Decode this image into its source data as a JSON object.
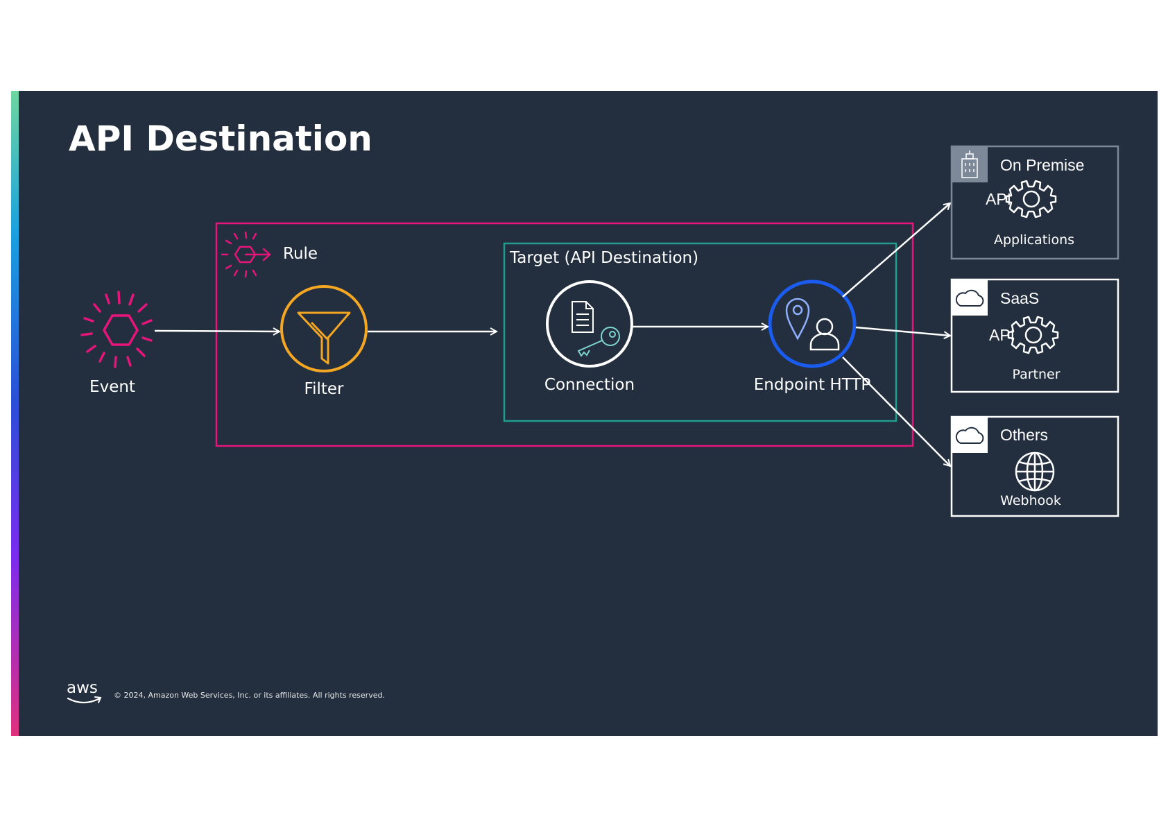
{
  "slide": {
    "title": "API Destination",
    "footer": "© 2024, Amazon Web Services, Inc. or its affiliates. All rights reserved.",
    "logo_text": "aws"
  },
  "nodes": {
    "event": "Event",
    "filter": "Filter",
    "connection": "Connection",
    "endpoint": "Endpoint HTTP"
  },
  "groups": {
    "rule": "Rule",
    "target": "Target (API Destination)"
  },
  "destinations": [
    {
      "title": "On Premise",
      "api_label": "API",
      "caption": "Applications",
      "icon": "building-icon"
    },
    {
      "title": "SaaS",
      "api_label": "API",
      "caption": "Partner",
      "icon": "cloud-icon"
    },
    {
      "title": "Others",
      "api_label": "",
      "caption": "Webhook",
      "icon": "cloud-icon"
    }
  ],
  "colors": {
    "background": "#232f3e",
    "rule": "#e7157b",
    "target": "#1f9e8f",
    "filter": "#f5a623",
    "endpoint": "#1a5cf0",
    "connection": "#ffffff",
    "key": "#7fd6d0",
    "pin": "#8fb0ff",
    "on_premise_border": "#7d8998"
  }
}
